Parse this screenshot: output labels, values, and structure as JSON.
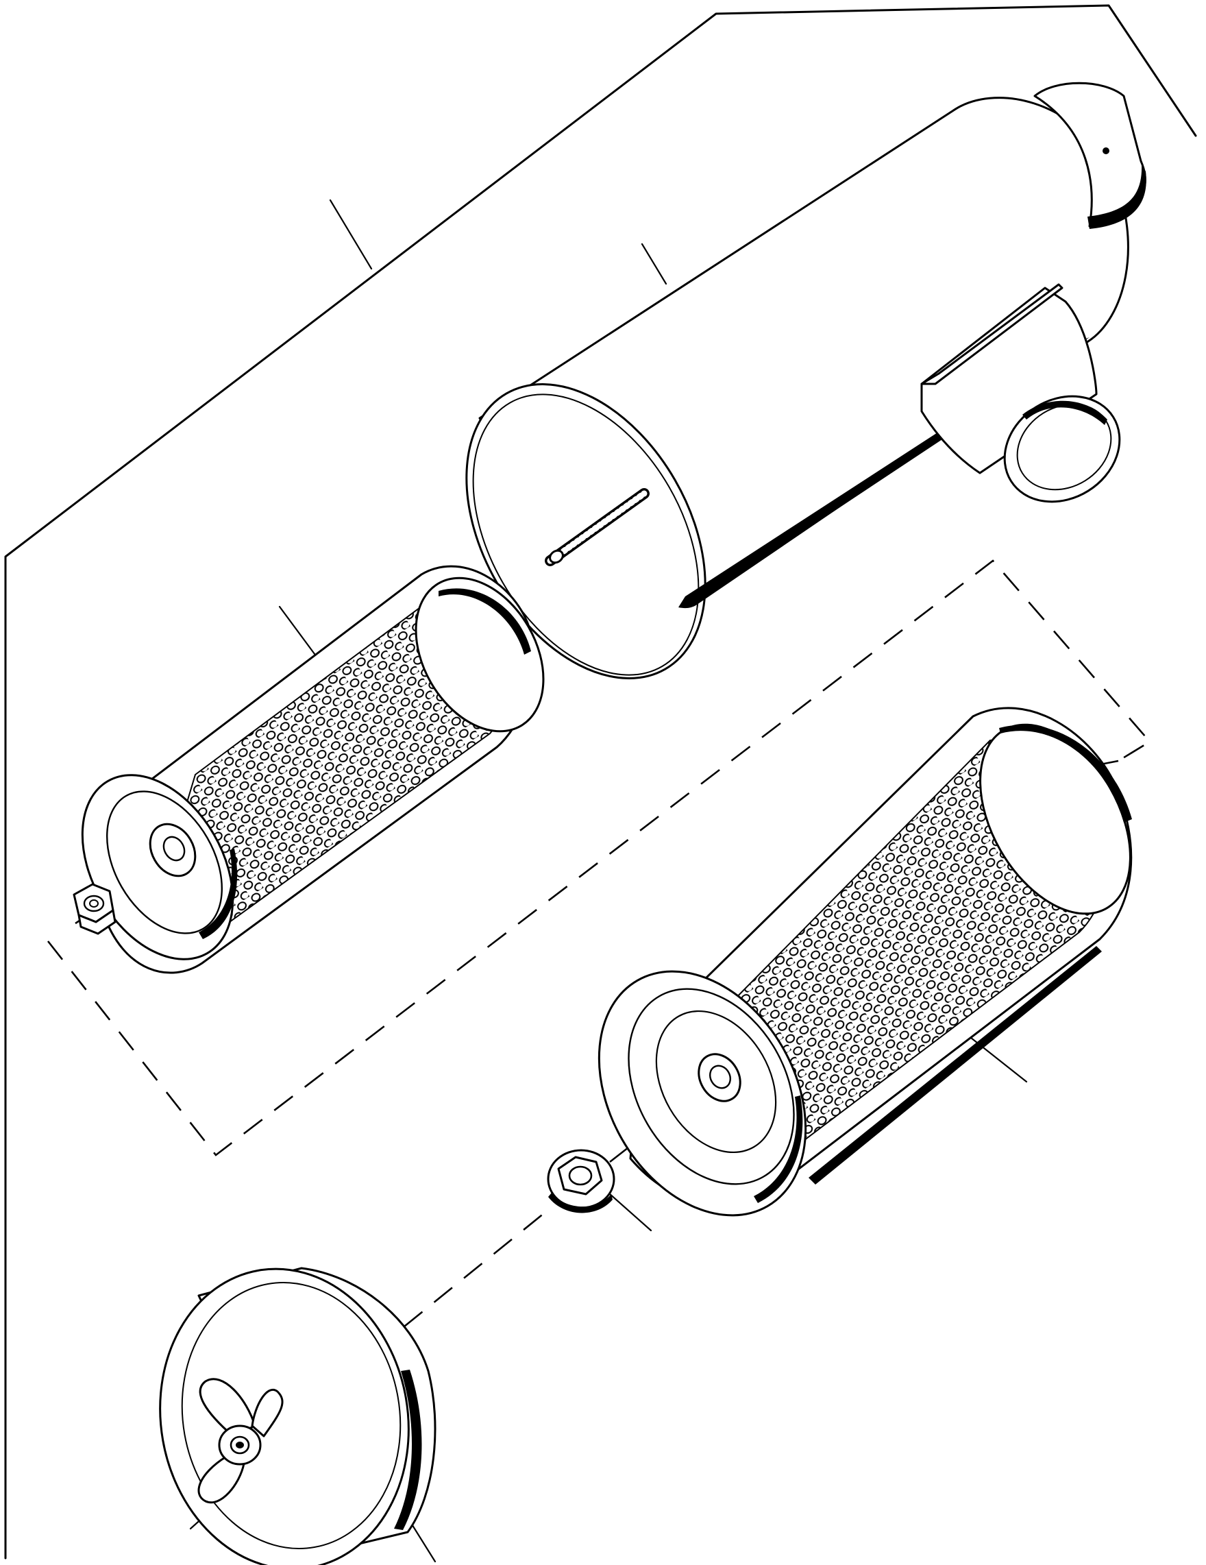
{
  "diagram": {
    "kind": "exploded parts view",
    "parts": [
      {
        "id": "housing",
        "icon": "air-cleaner-housing-icon"
      },
      {
        "id": "inner-element",
        "icon": "inner-filter-element-icon"
      },
      {
        "id": "outer-element",
        "icon": "outer-filter-element-icon"
      },
      {
        "id": "inner-nut",
        "icon": "hex-nut-icon"
      },
      {
        "id": "outer-nut",
        "icon": "flange-nut-icon"
      },
      {
        "id": "end-cover",
        "icon": "end-cover-icon"
      },
      {
        "id": "wing-nut",
        "icon": "wing-nut-icon"
      }
    ],
    "colors": {
      "line": "#000000",
      "fill": "#ffffff"
    }
  }
}
